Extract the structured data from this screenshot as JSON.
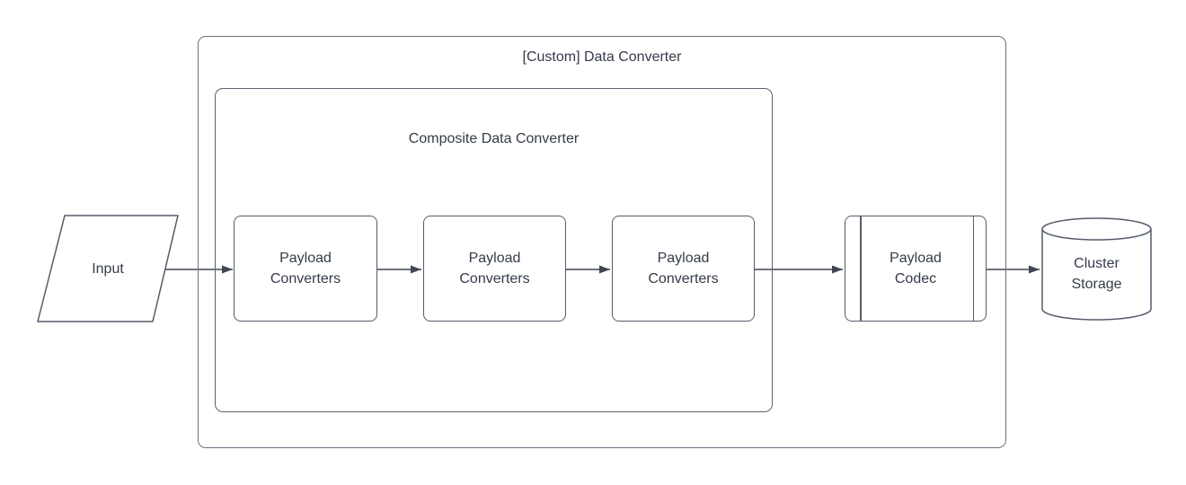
{
  "diagram": {
    "background_color": "#ffffff",
    "stroke_color": "#535c6a",
    "text_color": "#343b49",
    "containers": [
      {
        "id": "custom-data-converter",
        "label": "[Custom] Data Converter"
      },
      {
        "id": "composite-data-converter",
        "label": "Composite Data Converter"
      }
    ],
    "nodes": [
      {
        "id": "input",
        "shape": "parallelogram",
        "label": "Input"
      },
      {
        "id": "payload-converters-1",
        "shape": "rounded-rectangle",
        "label": "Payload Converters"
      },
      {
        "id": "payload-converters-2",
        "shape": "rounded-rectangle",
        "label": "Payload Converters"
      },
      {
        "id": "payload-converters-3",
        "shape": "rounded-rectangle",
        "label": "Payload Converters"
      },
      {
        "id": "payload-codec",
        "shape": "subprocess",
        "label": "Payload Codec"
      },
      {
        "id": "cluster-storage",
        "shape": "cylinder",
        "label": "Cluster Storage"
      }
    ],
    "edges": [
      {
        "from": "input",
        "to": "payload-converters-1"
      },
      {
        "from": "payload-converters-1",
        "to": "payload-converters-2"
      },
      {
        "from": "payload-converters-2",
        "to": "payload-converters-3"
      },
      {
        "from": "payload-converters-3",
        "to": "payload-codec"
      },
      {
        "from": "payload-codec",
        "to": "cluster-storage"
      }
    ]
  }
}
